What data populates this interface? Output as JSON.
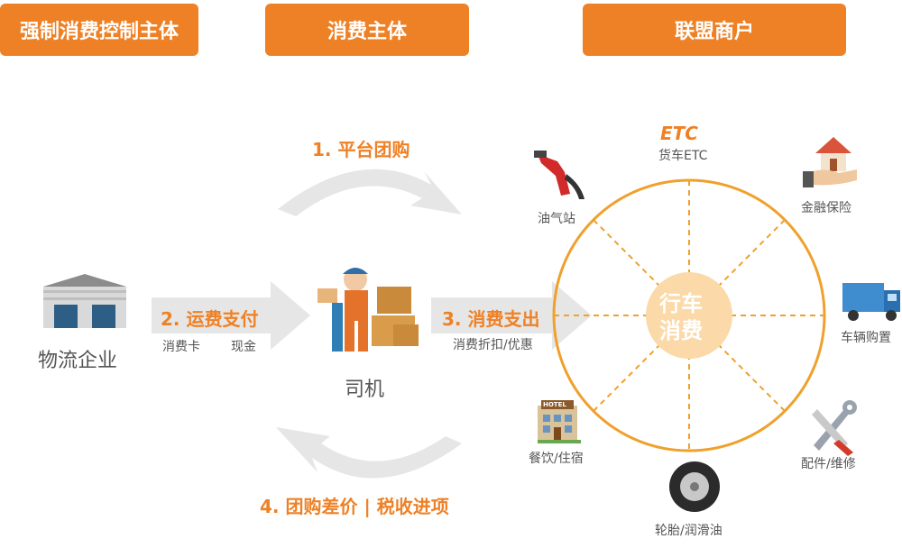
{
  "headers": {
    "left": "强制消费控制主体",
    "middle": "消费主体",
    "right": "联盟商户"
  },
  "logistics": {
    "label": "物流企业"
  },
  "driver": {
    "label": "司机"
  },
  "steps": {
    "step1": "1. 平台团购",
    "step2": "2. 运费支付",
    "step2_sub_card": "消费卡",
    "step2_sub_cash": "现金",
    "step3": "3. 消费支出",
    "step3_sub": "消费折扣/优惠",
    "step4": "4. 团购差价 | 税收进项"
  },
  "circle": {
    "center_line1": "行车",
    "center_line2": "消费"
  },
  "merchants": {
    "etc_logo": "ETC",
    "etc": "货车ETC",
    "gas": "油气站",
    "finance": "金融保险",
    "truck": "车辆购置",
    "hotel": "餐饮/住宿",
    "hotel_sign": "HOTEL",
    "repair": "配件/维修",
    "tire": "轮胎/润滑油"
  },
  "colors": {
    "accent": "#ee8126",
    "arrow_gray": "#e6e6e6",
    "center_fill": "#fbd9a8"
  }
}
